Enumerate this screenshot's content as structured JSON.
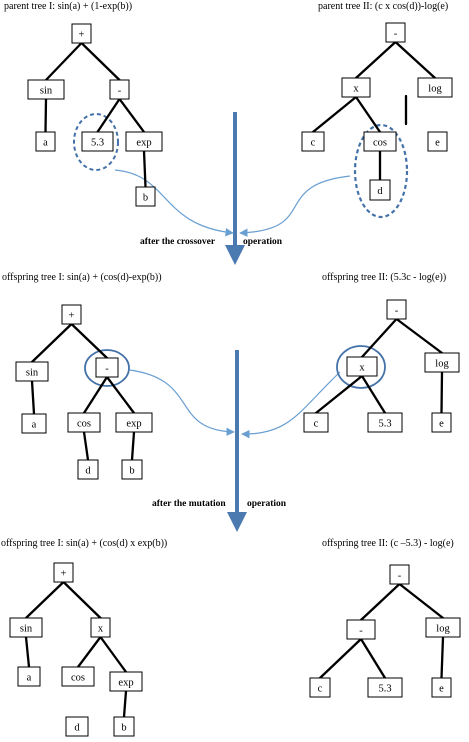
{
  "colors": {
    "edge": "#000000",
    "node_border": "#000000",
    "highlight": "#4472a8",
    "divider": "#4a7ab0",
    "arrow": "#6a9fd2"
  },
  "captions": {
    "parent1": "parent tree I: sin(a) + (1-exp(b))",
    "parent2": "parent tree II: (c x cos(d))-log(e)",
    "offspring1_a": "offspring tree I: sin(a) + (cos(d)-exp(b))",
    "offspring2_a": "offspring tree II: (5.3c - log(e))",
    "offspring1_b": "offspring tree I: sin(a) + (cos(d) x exp(b))",
    "offspring2_b": "offspring tree II: (c –5.3) - log(e)"
  },
  "operations": {
    "crossover_left": "after the crossover",
    "crossover_right": "operation",
    "mutation_left": "after the mutation",
    "mutation_right": "operation"
  },
  "nodes": {
    "p1_root": "+",
    "p1_sin": "sin",
    "p1_minus": "-",
    "p1_a": "a",
    "p1_53": "5.3",
    "p1_exp": "exp",
    "p1_b": "b",
    "p2_root": "-",
    "p2_x": "x",
    "p2_log": "log",
    "p2_c": "c",
    "p2_cos": "cos",
    "p2_e": "e",
    "p2_d": "d",
    "o1_root": "+",
    "o1_sin": "sin",
    "o1_minus": "-",
    "o1_a": "a",
    "o1_cos": "cos",
    "o1_exp": "exp",
    "o1_d": "d",
    "o1_b": "b",
    "o2_root": "-",
    "o2_x": "x",
    "o2_log": "log",
    "o2_c": "c",
    "o2_53": "5.3",
    "o2_e": "e",
    "m1_root": "+",
    "m1_sin": "sin",
    "m1_x": "x",
    "m1_a": "a",
    "m1_cos": "cos",
    "m1_exp": "exp",
    "m1_d": "d",
    "m1_b": "b",
    "m2_root": "-",
    "m2_minus": "-",
    "m2_log": "log",
    "m2_c": "c",
    "m2_53": "5.3",
    "m2_e": "e"
  }
}
